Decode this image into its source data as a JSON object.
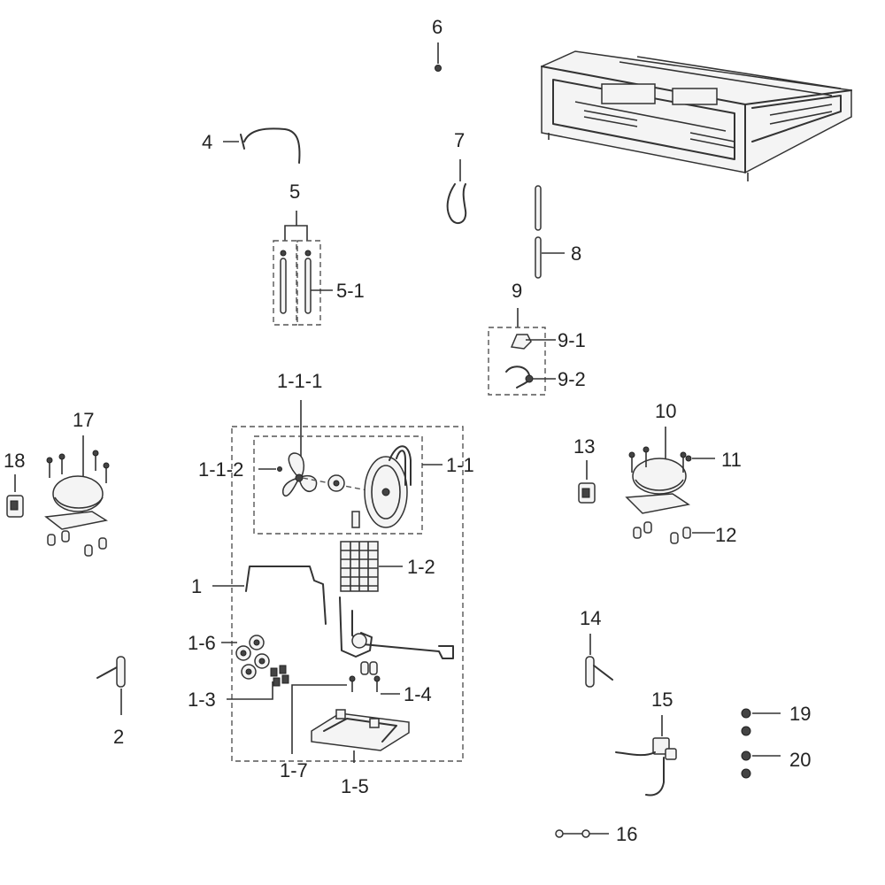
{
  "diagram": {
    "labels": {
      "l1": "1",
      "l1_1": "1-1",
      "l1_1_1": "1-1-1",
      "l1_1_2": "1-1-2",
      "l1_2": "1-2",
      "l1_3": "1-3",
      "l1_4": "1-4",
      "l1_5": "1-5",
      "l1_6": "1-6",
      "l1_7": "1-7",
      "l2": "2",
      "l4": "4",
      "l5": "5",
      "l5_1": "5-1",
      "l6": "6",
      "l7": "7",
      "l8": "8",
      "l9": "9",
      "l9_1": "9-1",
      "l9_2": "9-2",
      "l10": "10",
      "l11": "11",
      "l12": "12",
      "l13": "13",
      "l14": "14",
      "l15": "15",
      "l16": "16",
      "l17": "17",
      "l18": "18",
      "l19": "19",
      "l20": "20"
    },
    "line_color": "#333333",
    "background": "#ffffff"
  }
}
